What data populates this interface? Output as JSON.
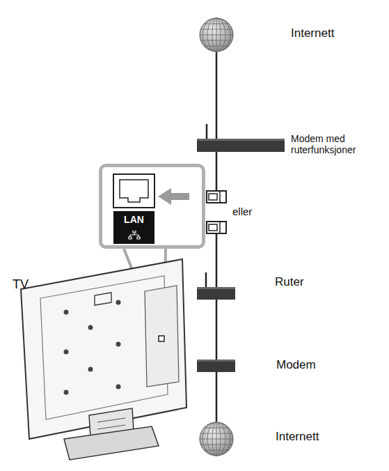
{
  "diagram": {
    "nodes": [
      {
        "text": [
          "Internett"
        ]
      },
      {
        "text": [
          "Modem med ruterfunksjoner"
        ]
      },
      {
        "text": [
          "LAN"
        ]
      },
      {
        "text": [
          "TV"
        ]
      },
      {
        "text": [
          "Ruter"
        ]
      },
      {
        "text": [
          "Modem"
        ]
      },
      {
        "text": [
          "Internett"
        ]
      }
    ],
    "edges": [
      {
        "from": 0,
        "to": 1,
        "arrow": "none"
      },
      {
        "from": 4,
        "to": 5,
        "arrow": "none"
      },
      {
        "from": 5,
        "to": 6,
        "arrow": "none"
      }
    ],
    "labels": [
      "eller"
    ]
  }
}
